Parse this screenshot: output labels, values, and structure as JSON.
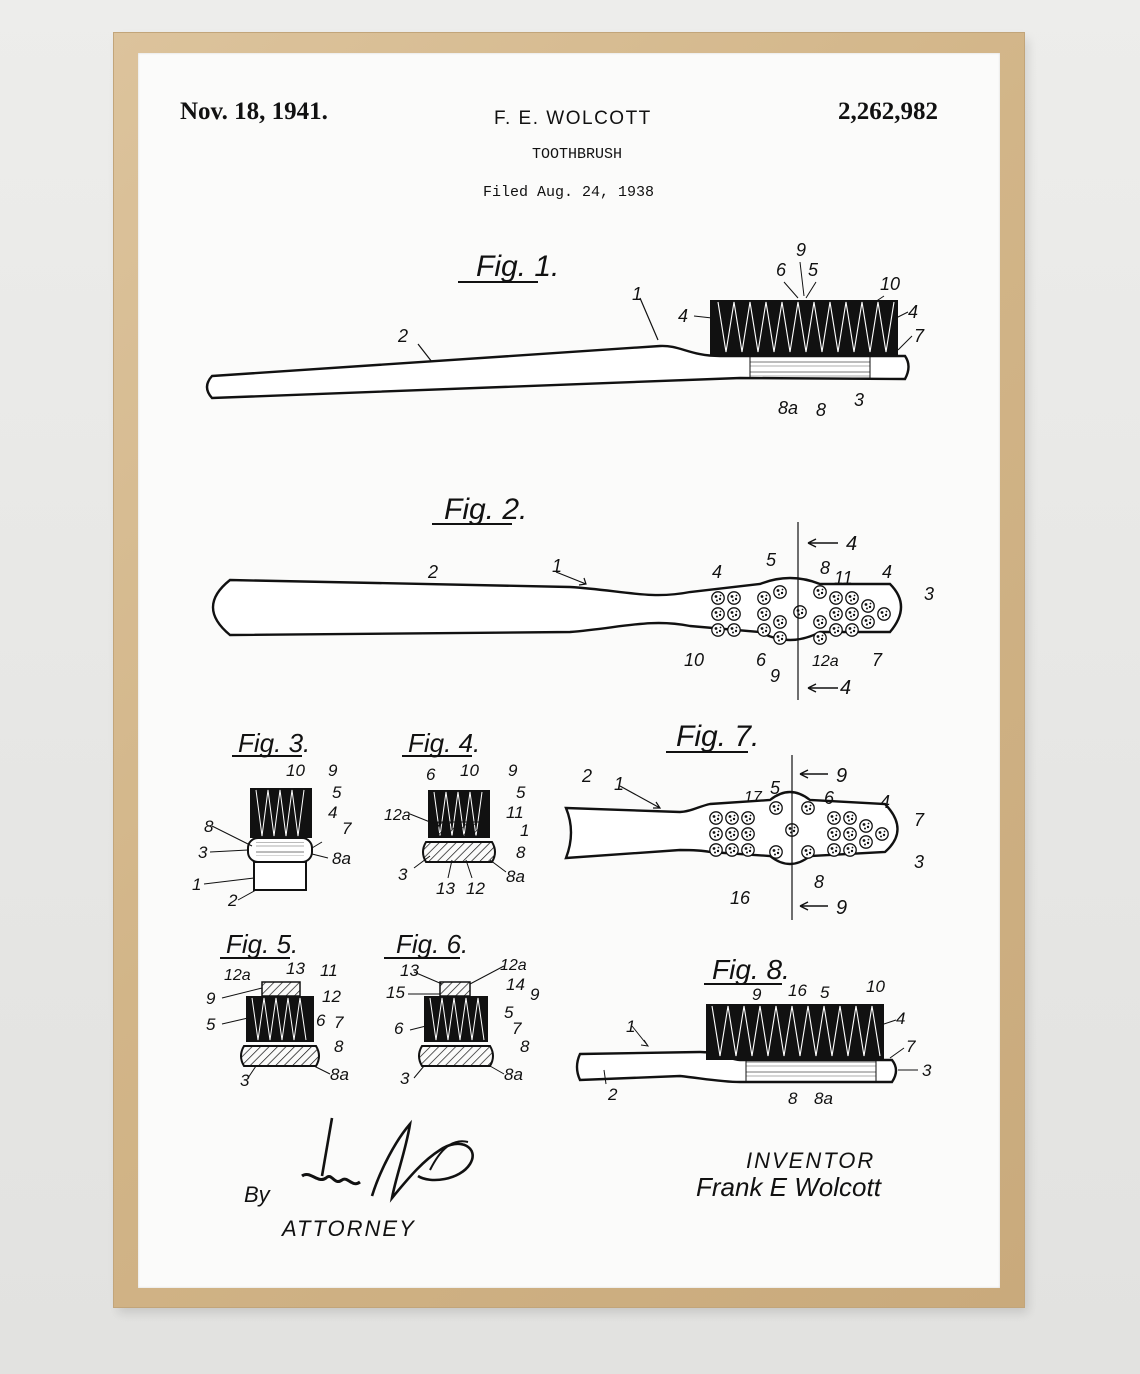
{
  "header": {
    "date": "Nov. 18, 1941.",
    "inventor_name": "F. E. WOLCOTT",
    "title": "TOOTHBRUSH",
    "filed": "Filed Aug. 24, 1938",
    "patent_number": "2,262,982"
  },
  "figures": {
    "fig1": "Fig. 1.",
    "fig2": "Fig. 2.",
    "fig3": "Fig. 3.",
    "fig4": "Fig. 4.",
    "fig5": "Fig. 5.",
    "fig6": "Fig. 6.",
    "fig7": "Fig. 7.",
    "fig8": "Fig. 8."
  },
  "labels": {
    "fig1": [
      "9",
      "6",
      "5",
      "10",
      "1",
      "4",
      "4",
      "7",
      "2",
      "8a",
      "8",
      "3"
    ],
    "fig2": [
      "4",
      "5",
      "8",
      "11",
      "4",
      "3",
      "1",
      "2",
      "4",
      "10",
      "6",
      "9",
      "12a",
      "7",
      "4"
    ],
    "fig3": [
      "10",
      "9",
      "5",
      "4",
      "7",
      "8",
      "3",
      "8a",
      "1",
      "2"
    ],
    "fig4": [
      "6",
      "10",
      "9",
      "5",
      "12a",
      "11",
      "1",
      "8",
      "3",
      "13",
      "12",
      "8a"
    ],
    "fig5": [
      "12a",
      "13",
      "11",
      "9",
      "12",
      "5",
      "6",
      "7",
      "8",
      "3",
      "8a"
    ],
    "fig6": [
      "13",
      "12a",
      "15",
      "14",
      "9",
      "5",
      "6",
      "7",
      "8",
      "3",
      "8a"
    ],
    "fig7": [
      "9",
      "2",
      "1",
      "17",
      "5",
      "6",
      "4",
      "7",
      "3",
      "16",
      "8",
      "9"
    ],
    "fig8": [
      "9",
      "16",
      "5",
      "10",
      "1",
      "4",
      "7",
      "3",
      "2",
      "8",
      "8a"
    ]
  },
  "signatures": {
    "attorney_by": "By",
    "attorney_caption": "ATTORNEY",
    "inventor_caption": "INVENTOR",
    "inventor_signature": "Frank E Wolcott"
  }
}
